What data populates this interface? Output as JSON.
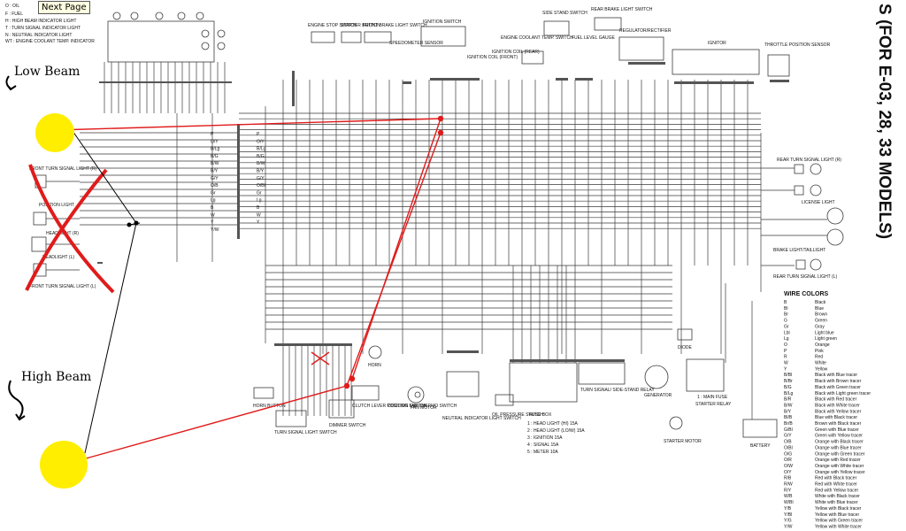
{
  "tooltip": {
    "label": "Next Page"
  },
  "title": "S (FOR E-03, 28, 33 MODELS)",
  "annotations": {
    "low_beam": "Low Beam",
    "high_beam": "High Beam"
  },
  "legend_top": [
    "O : OIL",
    "F : FUEL",
    "H : HIGH BEAM INDICATOR LIGHT",
    "T : TURN SIGNAL INDICATOR LIGHT",
    "N : NEUTRAL INDICATOR LIGHT",
    "WT : ENGINE COOLANT TEMP. INDICATOR"
  ],
  "labels": {
    "ignition_switch": "IGNITION SWITCH",
    "engine_stop": "ENGINE STOP SWITCH",
    "starter_button": "STARTER BUTTON",
    "front_brake": "FRONT BRAKE LIGHT SWITCH",
    "speedometer": "SPEEDOMETER SENSOR",
    "ign_coil_front": "IGNITION COIL (FRONT)",
    "ign_coil_rear": "IGNITION COIL (REAR)",
    "coolant_temp": "ENGINE COOLANT TEMP. SWITCH",
    "side_stand": "SIDE STAND SWITCH",
    "rear_brake": "REAR BRAKE LIGHT SWITCH",
    "fuel_gauge": "FUEL LEVEL GAUGE",
    "regulator": "REGULATOR/RECTIFIER",
    "ignitor": "IGNITOR",
    "throttle": "THROTTLE POSITION SENSOR",
    "rear_turn_r": "REAR TURN SIGNAL LIGHT (R)",
    "license": "LICENSE LIGHT",
    "brake_tail": "BRAKE LIGHT/TAILLIGHT",
    "rear_turn_l": "REAR TURN SIGNAL LIGHT (L)",
    "front_turn_r": "FRONT TURN SIGNAL LIGHT (R)",
    "position": "POSITION LIGHT",
    "headlight_r": "HEADLIGHT (R)",
    "headlight_l": "HEADLIGHT (L)",
    "front_turn_l": "FRONT TURN SIGNAL LIGHT (L)",
    "horn_button": "HORN BUTTON",
    "turn_switch": "TURN SIGNAL LIGHT SWITCH",
    "dimmer": "DIMMER SWITCH",
    "clutch": "CLUTCH LEVER POSITION SWITCH",
    "horn": "HORN",
    "cooling_fan": "COOLING FAN THERMO SWITCH",
    "fan_motor": "FAN MOTOR",
    "neutral": "NEUTRAL INDICATOR LIGHT SWITCH",
    "oil_pressure": "OIL PRESSURE SWITCH",
    "fuse_box": "FUSE BOX",
    "turn_relay": "TURN SIGNAL/ SIDE-STAND RELAY",
    "generator": "GENERATOR",
    "diode": "DIODE",
    "main_fuse": "1 : MAIN FUSE",
    "starter_relay": "STARTER RELAY",
    "starter_motor": "STARTER MOTOR",
    "battery": "BATTERY"
  },
  "fuses": [
    "1 : HEAD LIGHT (HI)   15A",
    "2 : HEAD LIGHT (LO/W) 15A",
    "3 : IGNITION          15A",
    "4 : SIGNAL            15A",
    "5 : METER             10A"
  ],
  "wire_colors_title": "WIRE COLORS",
  "wire_colors_single": [
    [
      "B",
      "Black"
    ],
    [
      "Bl",
      "Blue"
    ],
    [
      "Br",
      "Brown"
    ],
    [
      "G",
      "Green"
    ],
    [
      "Gr",
      "Gray"
    ],
    [
      "Lbl",
      "Light blue"
    ],
    [
      "Lg",
      "Light green"
    ],
    [
      "O",
      "Orange"
    ],
    [
      "P",
      "Pink"
    ],
    [
      "R",
      "Red"
    ],
    [
      "W",
      "White"
    ],
    [
      "Y",
      "Yellow"
    ]
  ],
  "wire_colors_tracer": [
    [
      "B/Bl",
      "Black with Blue tracer"
    ],
    [
      "B/Br",
      "Black with Brown tracer"
    ],
    [
      "B/G",
      "Black with Green tracer"
    ],
    [
      "B/Lg",
      "Black with Light green tracer"
    ],
    [
      "B/R",
      "Black with Red tracer"
    ],
    [
      "B/W",
      "Black with White tracer"
    ],
    [
      "B/Y",
      "Black with Yellow tracer"
    ],
    [
      "Bl/B",
      "Blue with Black tracer"
    ],
    [
      "Br/B",
      "Brown with Black tracer"
    ],
    [
      "G/Bl",
      "Green with Blue tracer"
    ],
    [
      "G/Y",
      "Green with Yellow tracer"
    ],
    [
      "O/B",
      "Orange with Black tracer"
    ],
    [
      "O/Bl",
      "Orange with Blue tracer"
    ],
    [
      "O/G",
      "Orange with Green tracer"
    ],
    [
      "O/R",
      "Orange with Red tracer"
    ],
    [
      "O/W",
      "Orange with White tracer"
    ],
    [
      "O/Y",
      "Orange with Yellow tracer"
    ],
    [
      "R/B",
      "Red with Black tracer"
    ],
    [
      "R/W",
      "Red with White tracer"
    ],
    [
      "R/Y",
      "Red with Yellow tracer"
    ],
    [
      "W/B",
      "White with Black tracer"
    ],
    [
      "W/Bl",
      "White with Blue tracer"
    ],
    [
      "Y/B",
      "Yellow with Black tracer"
    ],
    [
      "Y/Bl",
      "Yellow with Blue tracer"
    ],
    [
      "Y/G",
      "Yellow with Green tracer"
    ],
    [
      "Y/W",
      "Yellow with White tracer"
    ]
  ],
  "harness_left_codes": [
    "P",
    "O/Y",
    "B/Lg",
    "B/G",
    "B/W",
    "B/Y",
    "G/Y",
    "O/B",
    "Gr",
    "Lg",
    "B",
    "W",
    "Y",
    "Y/W"
  ],
  "harness_right_codes": [
    "P",
    "O/Y",
    "B/Lg",
    "B/G",
    "B/W",
    "B/Y",
    "G/Y",
    "O/Bl",
    "Gr",
    "Lg",
    "B",
    "W",
    "Y"
  ],
  "colors": {
    "wire": "#3a3a3a",
    "red_markup": "#e01b1b",
    "lamp": "#ffee00",
    "black_markup": "#000000"
  }
}
